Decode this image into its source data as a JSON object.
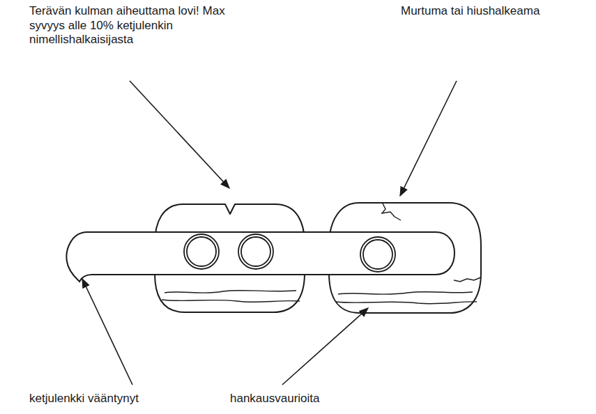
{
  "diagram": {
    "labels": [
      "Terävän kulman aiheuttama lovi! Max syvyys alle 10% ketjulenkin nimellishalkaisijasta",
      "Murtuma tai hiushalkeama",
      "ketjulenkki vääntynyt",
      "hankausvaurioita"
    ]
  }
}
